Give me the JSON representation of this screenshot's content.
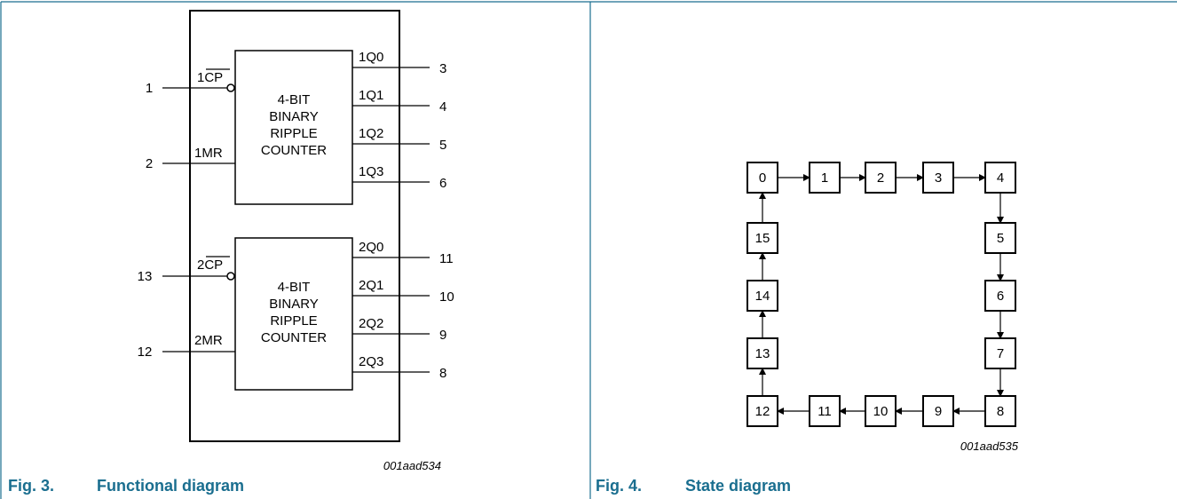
{
  "accent_color": "#1a6e8f",
  "fig3": {
    "caption_num": "Fig. 3.",
    "caption_title": "Functional diagram",
    "code": "001aad534",
    "counters": [
      {
        "body": [
          "4-BIT",
          "BINARY",
          "RIPPLE",
          "COUNTER"
        ],
        "cp_prefix": "1",
        "cp_over": "CP",
        "mr_label": "1MR",
        "cp_pin": "1",
        "mr_pin": "2",
        "outputs": [
          {
            "label": "1Q0",
            "pin": "3"
          },
          {
            "label": "1Q1",
            "pin": "4"
          },
          {
            "label": "1Q2",
            "pin": "5"
          },
          {
            "label": "1Q3",
            "pin": "6"
          }
        ]
      },
      {
        "body": [
          "4-BIT",
          "BINARY",
          "RIPPLE",
          "COUNTER"
        ],
        "cp_prefix": "2",
        "cp_over": "CP",
        "mr_label": "2MR",
        "cp_pin": "13",
        "mr_pin": "12",
        "outputs": [
          {
            "label": "2Q0",
            "pin": "11"
          },
          {
            "label": "2Q1",
            "pin": "10"
          },
          {
            "label": "2Q2",
            "pin": "9"
          },
          {
            "label": "2Q3",
            "pin": "8"
          }
        ]
      }
    ]
  },
  "fig4": {
    "caption_num": "Fig. 4.",
    "caption_title": "State diagram",
    "code": "001aad535",
    "states": [
      "0",
      "1",
      "2",
      "3",
      "4",
      "5",
      "6",
      "7",
      "8",
      "9",
      "10",
      "11",
      "12",
      "13",
      "14",
      "15"
    ]
  }
}
